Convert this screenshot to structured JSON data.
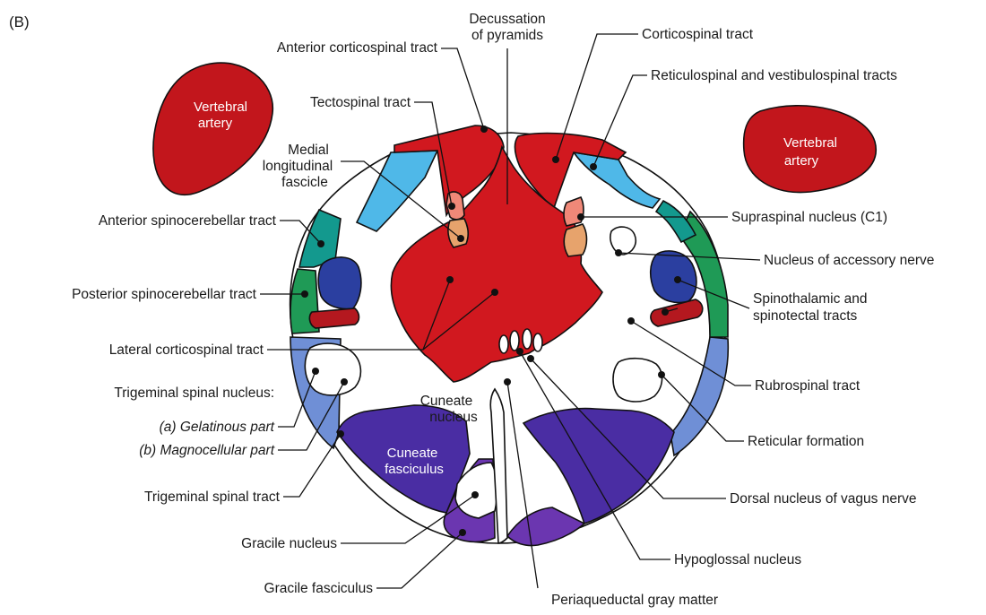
{
  "panel_letter": "(B)",
  "colors": {
    "corticospinal": "#d1181f",
    "vestibulospinal": "#4fb8e8",
    "spinocerebellar_anterior": "#13998e",
    "spinocerebellar_posterior": "#1f9a56",
    "spinothalamic": "#2b3fa0",
    "rubrospinal": "#b4181f",
    "trigeminal": "#6f8fd6",
    "cuneate": "#4a2da3",
    "gracile": "#6b36b0",
    "supraspinal": "#f08878",
    "tectospinal": "#e7a36c",
    "artery": "#c2161c"
  },
  "in_figure_labels": {
    "vertebral_artery_left": [
      "Vertebral",
      "artery"
    ],
    "vertebral_artery_right": [
      "Vertebral",
      "artery"
    ],
    "cuneate_nucleus": [
      "Cuneate",
      "nucleus"
    ],
    "cuneate_fasciculus": [
      "Cuneate",
      "fasciculus"
    ]
  },
  "labels": {
    "decussation": [
      "Decussation",
      "of pyramids"
    ],
    "anterior_corticospinal": "Anterior corticospinal tract",
    "corticospinal": "Corticospinal tract",
    "reticulospinal": "Reticulospinal and vestibulospinal tracts",
    "tectospinal": "Tectospinal tract",
    "medial_longitudinal": [
      "Medial",
      "longitudinal",
      "fascicle"
    ],
    "anterior_spinocerebellar": "Anterior spinocerebellar tract",
    "supraspinal": "Supraspinal nucleus (C1)",
    "accessory": "Nucleus of accessory nerve",
    "posterior_spinocerebellar": "Posterior spinocerebellar tract",
    "spinothalamic": [
      "Spinothalamic and",
      "spinotectal tracts"
    ],
    "lateral_corticospinal": "Lateral corticospinal tract",
    "trigeminal_spinal_nucleus": "Trigeminal spinal nucleus:",
    "gelatinous": "(a) Gelatinous part",
    "magnocellular": "(b) Magnocellular part",
    "rubrospinal": "Rubrospinal tract",
    "reticular_formation": "Reticular formation",
    "trigeminal_spinal_tract": "Trigeminal spinal tract",
    "dorsal_vagus": "Dorsal nucleus of vagus nerve",
    "gracile_nucleus": "Gracile nucleus",
    "hypoglossal": "Hypoglossal nucleus",
    "gracile_fasciculus": "Gracile fasciculus",
    "periaqueductal": "Periaqueductal gray matter"
  }
}
